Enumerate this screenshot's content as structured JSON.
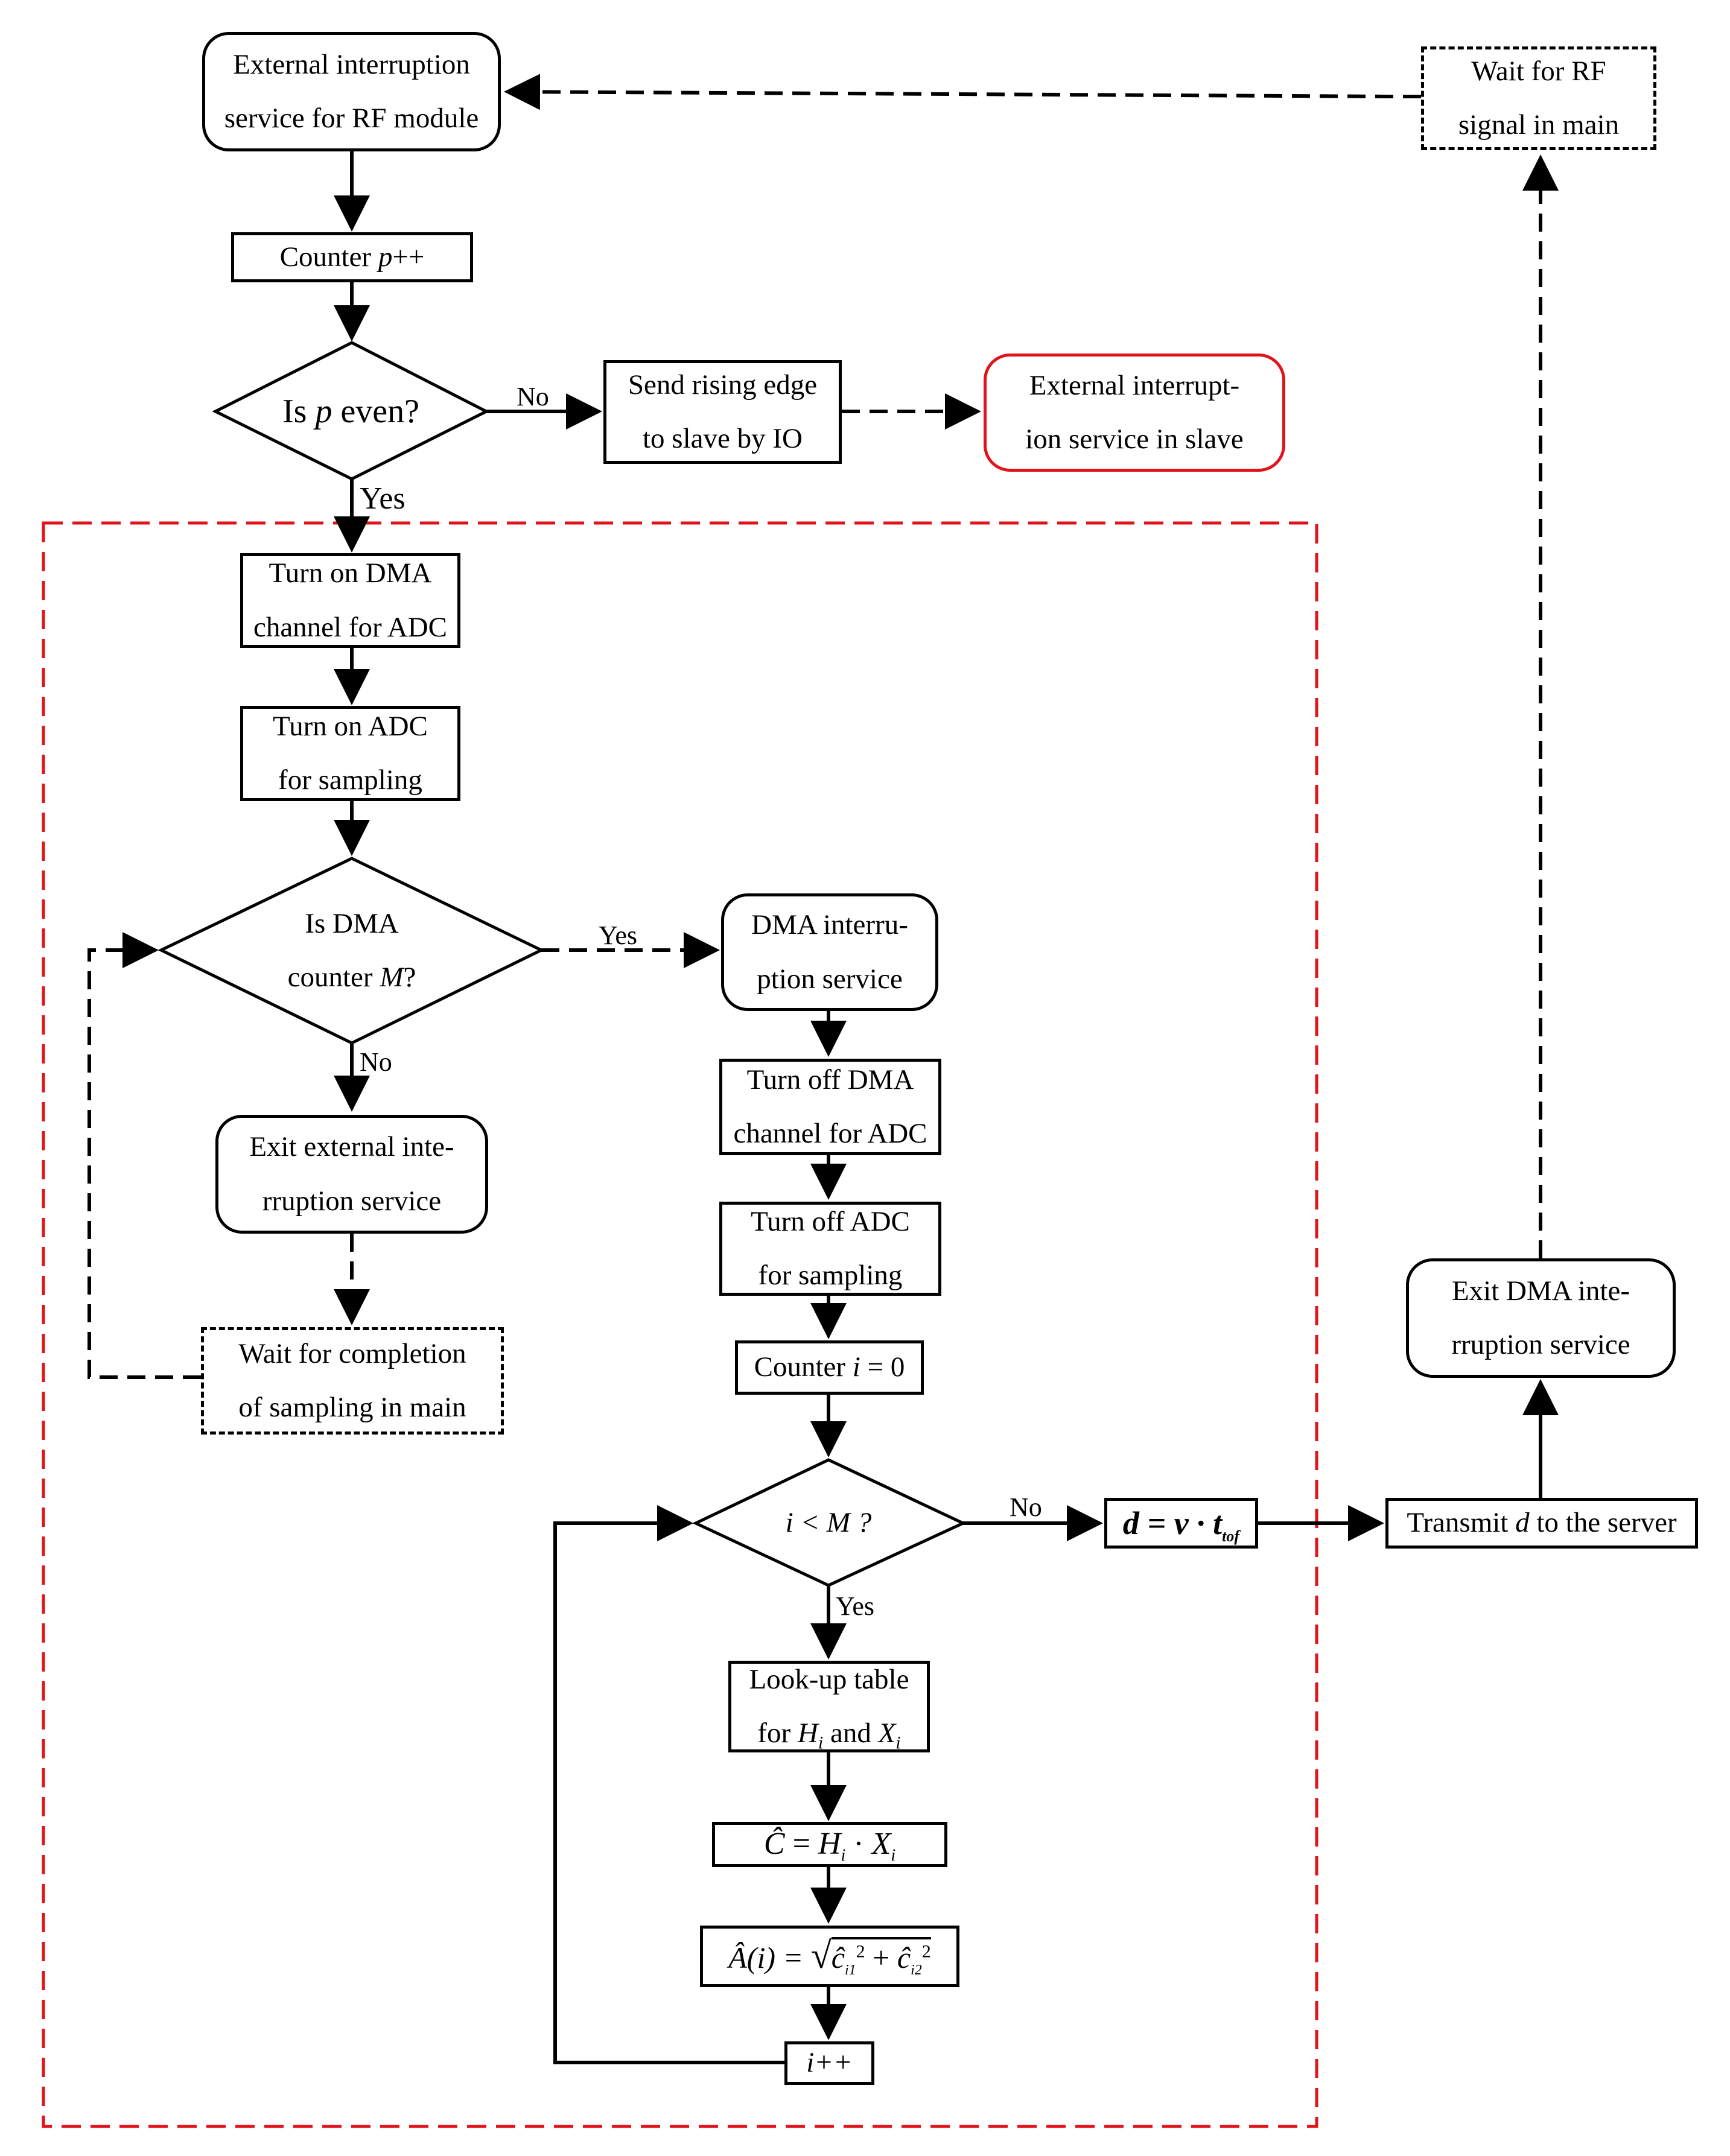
{
  "colors": {
    "stroke": "#000000",
    "highlight": "#e1131a",
    "background": "#ffffff"
  },
  "nodes": {
    "ext_rf": {
      "line1": "External interruption",
      "line2": "service for RF module"
    },
    "wait_rf": {
      "line1": "Wait for RF",
      "line2": "signal in main"
    },
    "counter_p": {
      "prefix": "Counter ",
      "var": "p",
      "suffix": "++"
    },
    "is_p_even": {
      "prefix": "Is ",
      "var": "p",
      "suffix": " even?"
    },
    "send_edge": {
      "line1": "Send rising edge",
      "line2": "to slave by IO"
    },
    "ext_slave": {
      "line1": "External interrupt-",
      "line2": "ion service in slave"
    },
    "dma_on": {
      "line1": "Turn on DMA",
      "line2": "channel for ADC"
    },
    "adc_on": {
      "line1": "Turn on ADC",
      "line2": "for sampling"
    },
    "is_dma": {
      "line1": "Is DMA",
      "line2_prefix": "counter ",
      "line2_var": "M",
      "line2_suffix": "?"
    },
    "dma_isr": {
      "line1": "DMA interru-",
      "line2": "ption service"
    },
    "exit_ext": {
      "line1": "Exit external inte-",
      "line2": "rruption service"
    },
    "wait_sampling": {
      "line1": "Wait for completion",
      "line2": "of sampling in main"
    },
    "dma_off": {
      "line1": "Turn off DMA",
      "line2": "channel for ADC"
    },
    "adc_off": {
      "line1": "Turn off ADC",
      "line2": "for sampling"
    },
    "counter_i": {
      "prefix": "Counter ",
      "var": "i",
      "suffix": " = 0"
    },
    "i_lt_m": {
      "text": "i < M ?"
    },
    "distance": {
      "text": "d = v · t",
      "sub": "tof"
    },
    "transmit": {
      "prefix": "Transmit ",
      "var": "d",
      "suffix": " to the server"
    },
    "exit_dma": {
      "line1": "Exit DMA inte-",
      "line2": "rruption service"
    },
    "lookup": {
      "line1": "Look-up table",
      "line2_prefix": "for ",
      "h": "H",
      "h_sub": "i",
      "mid": " and ",
      "x": "X",
      "x_sub": "i"
    },
    "c_hat": {
      "lhs": "Ĉ",
      "eq": " = ",
      "h": "H",
      "h_sub": "i",
      "dot": " · ",
      "x": "X",
      "x_sub": "i"
    },
    "a_hat": {
      "lhs": "Â(i) = ",
      "root": "√",
      "term1": "ĉ",
      "term1_sub": "i1",
      "sq1": "2",
      "plus": " + ",
      "term2": "ĉ",
      "term2_sub": "i2",
      "sq2": "2"
    },
    "i_inc": {
      "text": "i++"
    }
  },
  "edge_labels": {
    "no_p": "No",
    "yes_p": "Yes",
    "yes_dma": "Yes",
    "no_dma": "No",
    "no_i": "No",
    "yes_i": "Yes"
  }
}
